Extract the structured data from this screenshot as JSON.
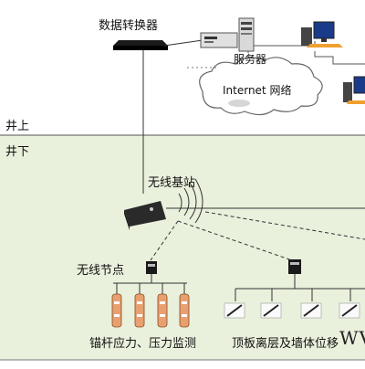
{
  "labels": {
    "data_converter": "数据转换器",
    "server": "服务器",
    "internet": "Internet 网络",
    "above_ground": "井上",
    "underground": "井下",
    "wireless_base_station": "无线基站",
    "wireless_node": "无线节点",
    "anchor_monitoring": "锚杆应力、压力监测",
    "roof_monitoring": "顶板离层及墙体位移",
    "watermark": "WV"
  },
  "colors": {
    "underground_bg": "#e9f0dc",
    "line": "#333333",
    "sensor_orange": "#e8a070",
    "monitor_blue": "#1a3a8a"
  }
}
